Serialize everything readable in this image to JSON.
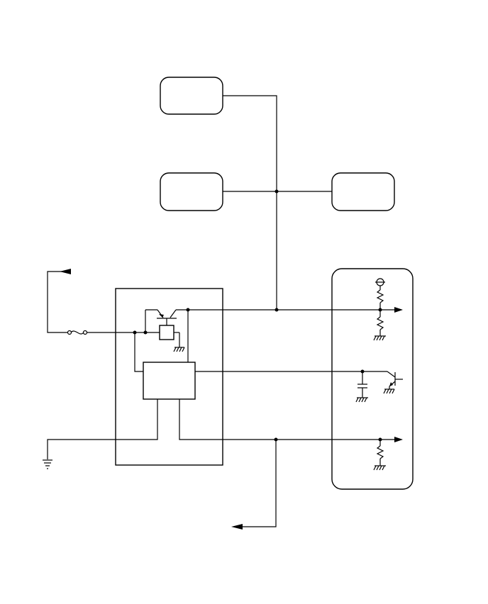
{
  "diagram": {
    "title": "",
    "modules": [
      {
        "id": "module-top",
        "label": ""
      },
      {
        "id": "module-middle-left",
        "label": ""
      },
      {
        "id": "module-middle-right",
        "label": ""
      },
      {
        "id": "control-unit",
        "label": ""
      },
      {
        "id": "sensor-module",
        "label": ""
      }
    ],
    "labels": {
      "top_box": "",
      "mid_left_box": "",
      "mid_right_box": "",
      "ic_block": "",
      "relay": ""
    },
    "colors": {
      "line": "#000000",
      "background": "#ffffff"
    }
  }
}
